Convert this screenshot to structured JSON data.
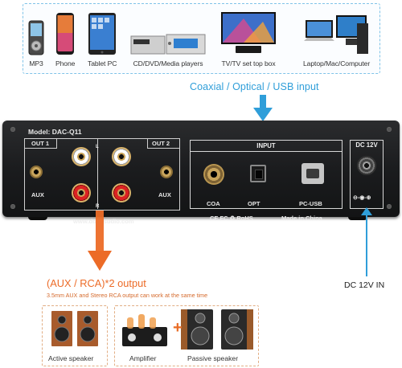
{
  "top_devices": [
    {
      "label": "MP3",
      "icon": "mp3-player-icon"
    },
    {
      "label": "Phone",
      "icon": "phone-icon"
    },
    {
      "label": "Tablet PC",
      "icon": "tablet-icon"
    },
    {
      "label": "CD/DVD/Media players",
      "icon": "media-player-icon"
    },
    {
      "label": "TV/TV set top box",
      "icon": "tv-icon"
    },
    {
      "label": "Laptop/Mac/Computer",
      "icon": "computer-icon"
    }
  ],
  "input_caption": "Coaxial / Optical / USB input",
  "device": {
    "model": "Model: DAC-Q11",
    "out1": "OUT 1",
    "out2": "OUT 2",
    "aux_left": "AUX",
    "aux_right": "AUX",
    "ch_left": "L",
    "ch_right": "R",
    "website": "www.douksudio.com",
    "input_title": "INPUT",
    "coa": "COA",
    "opt": "OPT",
    "pcusb": "PC-USB",
    "marks": "CE FC ♻ RoHS",
    "made_in": "Made in China",
    "dc_title": "DC 12V",
    "dc_symbol": "⊖-◉-⊕"
  },
  "output_title": "(AUX / RCA)*2 output",
  "output_subtitle": "3.5mm AUX and Stereo RCA output can work at the same time",
  "dc_in": "DC 12V IN",
  "bottom": {
    "active_speaker": "Active speaker",
    "amplifier": "Amplifier",
    "plus": "+",
    "passive_speaker": "Passive speaker"
  },
  "colors": {
    "blue_accent": "#2f9ed9",
    "orange_accent": "#ec6b27",
    "chassis": "#1b1c1e"
  }
}
